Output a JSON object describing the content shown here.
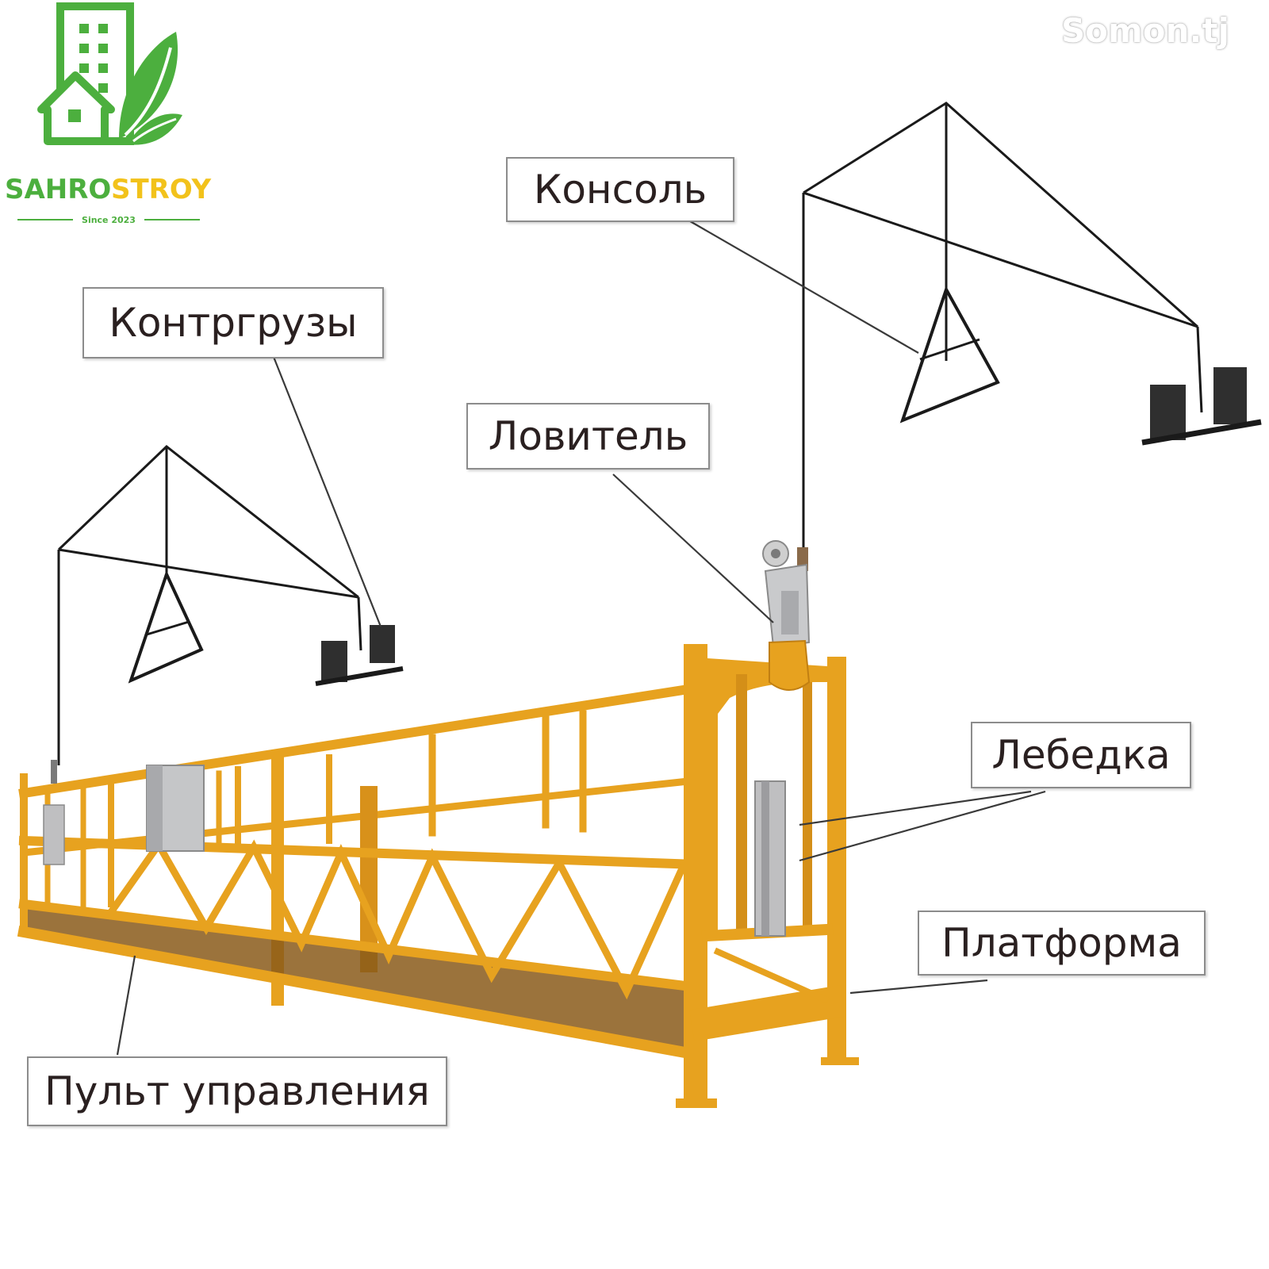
{
  "brand": {
    "name_part1": "SAHRO",
    "name_part2": "STROY",
    "since": "Since 2023",
    "colors": {
      "green": "#4caf3e",
      "yellow": "#f2c21b"
    }
  },
  "watermark": "Somon.tj",
  "labels": {
    "counterweights": "Контргрузы",
    "console": "Консоль",
    "catcher": "Ловитель",
    "winch": "Лебедка",
    "platform": "Платформа",
    "control_panel": "Пульт управления"
  },
  "colors": {
    "frame": "#e7a21f",
    "frame_dark": "#c17f12",
    "rope": "#1a1a1a",
    "weights": "#2f2f2f"
  }
}
